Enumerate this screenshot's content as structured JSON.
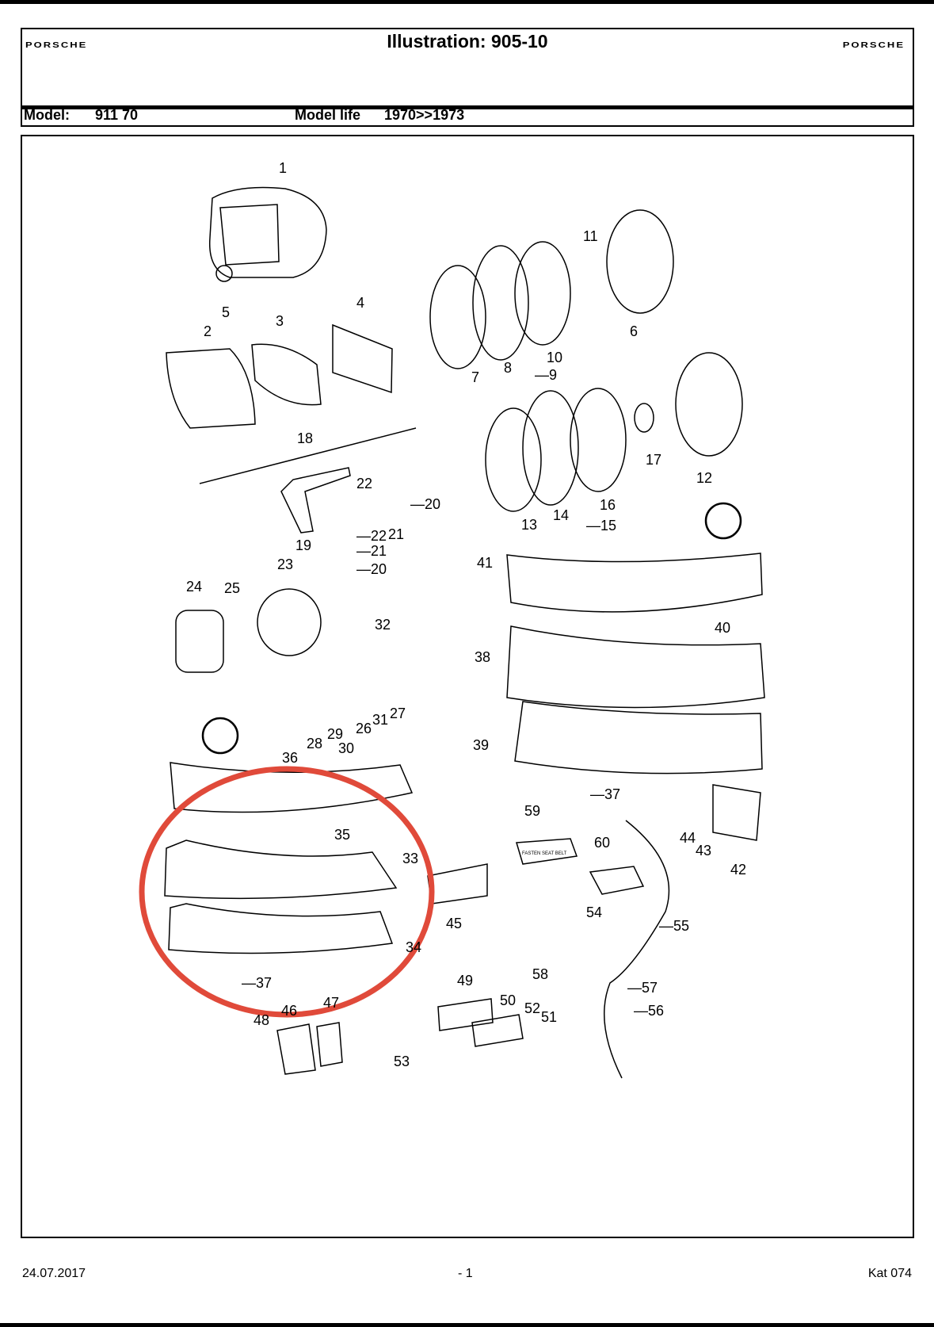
{
  "header": {
    "logo_left": "PORSCHE",
    "logo_right": "PORSCHE",
    "title": "Illustration: 905-10",
    "model_label": "Model:",
    "model_value": "911 70",
    "model_life_label": "Model life",
    "model_life_value": "1970>>1973"
  },
  "diagram": {
    "labels": [
      "1",
      "5",
      "2",
      "3",
      "4",
      "11",
      "6",
      "7",
      "8",
      "—9",
      "10",
      "18",
      "22",
      "—20",
      "—22",
      "21",
      "—21",
      "—20",
      "19",
      "13",
      "14",
      "16",
      "—15",
      "17",
      "12",
      "41",
      "40",
      "23",
      "24",
      "25",
      "32",
      "38",
      "27",
      "31",
      "26",
      "29",
      "28",
      "30",
      "39",
      "36",
      "—37",
      "59",
      "60",
      "44",
      "43",
      "42",
      "35",
      "33",
      "45",
      "54",
      "—55",
      "34",
      "—37",
      "58",
      "—57",
      "—56",
      "49",
      "50",
      "52",
      "51",
      "48",
      "46",
      "47",
      "53"
    ],
    "box59_text": "FASTEN SEAT BELT",
    "highlight_color": "#e04a3a"
  },
  "footer": {
    "date": "24.07.2017",
    "page": "- 1",
    "catalog": "Kat 074"
  }
}
